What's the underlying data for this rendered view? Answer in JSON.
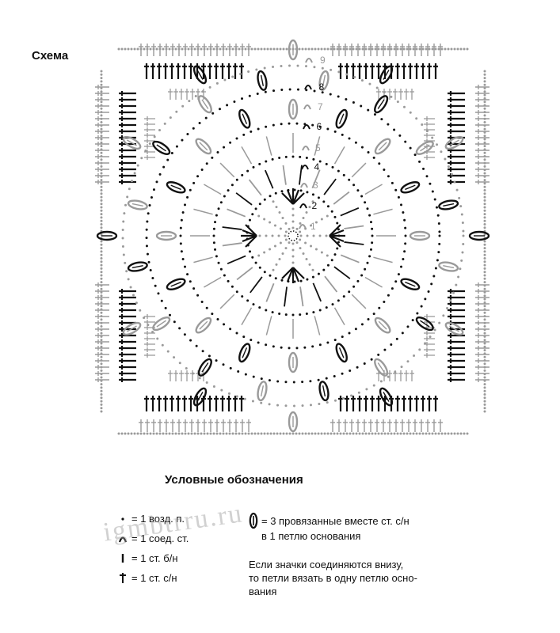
{
  "title": "Схема",
  "rounds": [
    "1",
    "2",
    "3",
    "4",
    "5",
    "6",
    "7",
    "8",
    "9"
  ],
  "colors": {
    "dark": "#111111",
    "light": "#9a9a9a"
  },
  "legend": {
    "title": "Условные обозначения",
    "items": [
      {
        "icon": "chain-dot-icon",
        "text": "= 1 возд. п."
      },
      {
        "icon": "slip-stitch-icon",
        "text": "= 1 соед. ст."
      },
      {
        "icon": "single-crochet-icon",
        "text": "= 1 ст. б/н"
      },
      {
        "icon": "double-crochet-icon",
        "text": "= 1 ст. с/н"
      },
      {
        "icon": "cluster-3dc-icon",
        "text": "= 3 провязанные вместе ст. с/н",
        "text2": "в 1 петлю основания"
      }
    ],
    "note": [
      "Если значки соединяются внизу,",
      "то петли вязать в одну петлю осно-",
      "вания"
    ]
  },
  "watermark": "igmbtrru.ru"
}
